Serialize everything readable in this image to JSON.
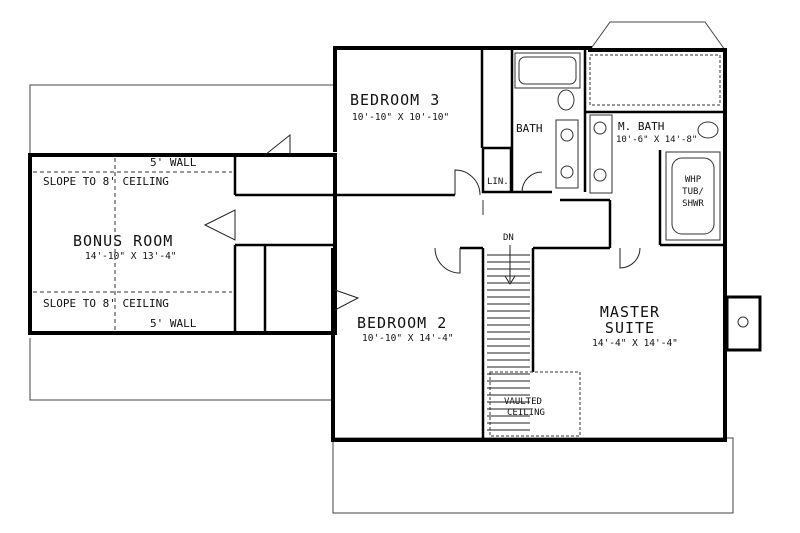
{
  "rooms": {
    "bedroom3": {
      "name": "BEDROOM 3",
      "dims": "10'-10\" X 10'-10\""
    },
    "bath": {
      "name": "BATH"
    },
    "lin": {
      "name": "LIN."
    },
    "mbath": {
      "name": "M. BATH",
      "dims": "10'-6\" X 14'-8\""
    },
    "whp": {
      "line1": "WHP",
      "line2": "TUB/",
      "line3": "SHWR"
    },
    "bonus": {
      "name": "BONUS ROOM",
      "dims": "14'-10\" X 13'-4\""
    },
    "bedroom2": {
      "name": "BEDROOM 2",
      "dims": "10'-10\" X 14'-4\""
    },
    "master": {
      "line1": "MASTER",
      "line2": "SUITE",
      "dims": "14'-4\" X 14'-4\""
    }
  },
  "notes": {
    "wall_top": "5' WALL",
    "slope_top": "SLOPE TO 8' CEILING",
    "slope_bottom": "SLOPE TO 8' CEILING",
    "wall_bottom": "5' WALL",
    "stair_dn": "DN",
    "vaulted_1": "VAULTED",
    "vaulted_2": "CEILING"
  }
}
